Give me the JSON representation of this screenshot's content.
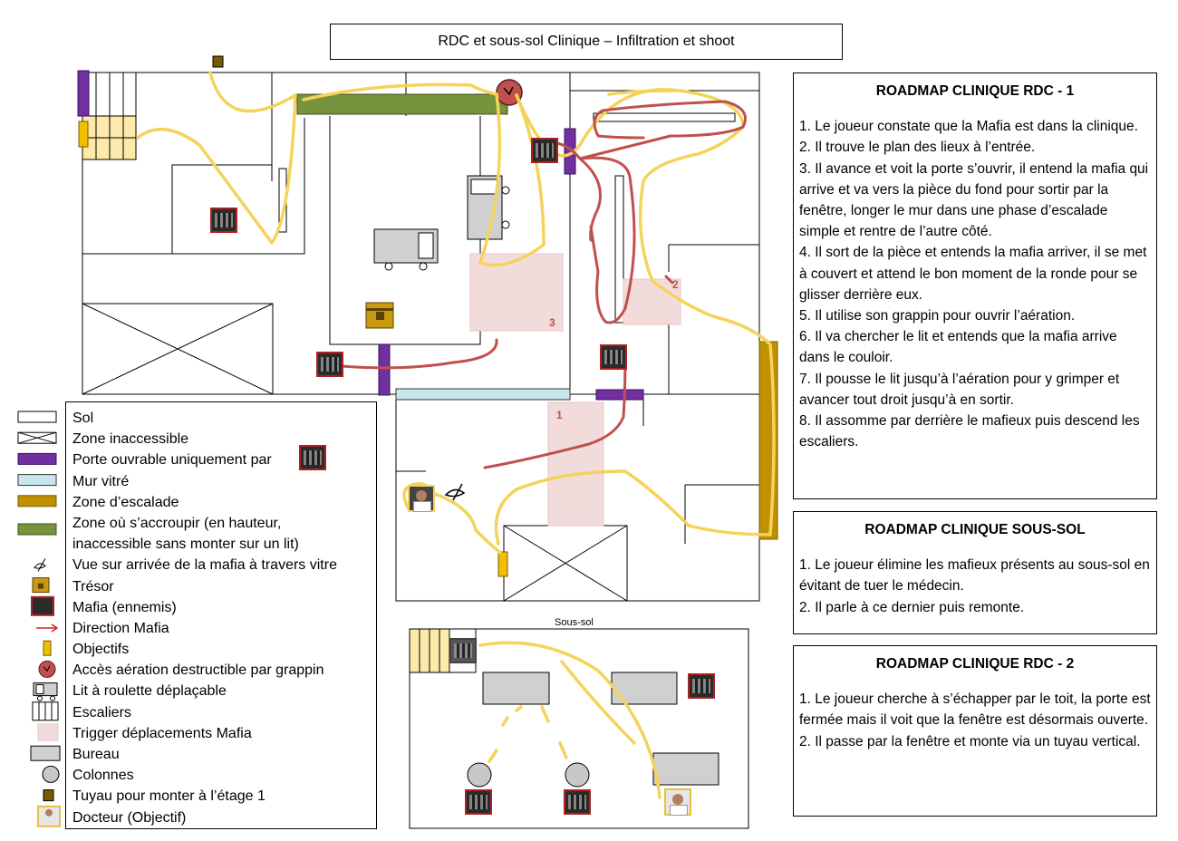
{
  "title": "RDC et sous-sol Clinique – Infiltration et shoot",
  "basement_label": "Sous-sol",
  "legend": [
    {
      "label": "Sol",
      "icon": "floor-icon"
    },
    {
      "label": "Zone inaccessible",
      "icon": "inaccessible-zone-icon"
    },
    {
      "label": "Porte ouvrable uniquement par",
      "icon": "purple-door-icon"
    },
    {
      "label": "Mur vitré",
      "icon": "glass-wall-icon"
    },
    {
      "label": "Zone d’escalade",
      "icon": "climbing-zone-icon"
    },
    {
      "label": "Zone où s’accroupir (en hauteur,",
      "icon": "crouch-zone-icon"
    },
    {
      "label": "inaccessible sans monter sur un lit)",
      "icon": ""
    },
    {
      "label": "Vue sur arrivée de la mafia à travers vitre",
      "icon": "eye-icon"
    },
    {
      "label": "Trésor",
      "icon": "treasure-icon"
    },
    {
      "label": "Mafia (ennemis)",
      "icon": "mafia-icon"
    },
    {
      "label": "Direction Mafia",
      "icon": "red-arrow-icon"
    },
    {
      "label": "Objectifs",
      "icon": "objective-icon"
    },
    {
      "label": "Accès aération destructible par grappin",
      "icon": "vent-icon"
    },
    {
      "label": "Lit à roulette déplaçable",
      "icon": "bed-icon"
    },
    {
      "label": "Escaliers",
      "icon": "stairs-icon"
    },
    {
      "label": "Trigger déplacements Mafia",
      "icon": "trigger-icon"
    },
    {
      "label": "Bureau",
      "icon": "desk-icon"
    },
    {
      "label": "Colonnes",
      "icon": "column-icon"
    },
    {
      "label": "Tuyau pour monter à l’étage 1",
      "icon": "pipe-icon"
    },
    {
      "label": "Docteur (Objectif)",
      "icon": "doctor-icon"
    }
  ],
  "roadmaps": [
    {
      "title": "ROADMAP CLINIQUE RDC - 1",
      "steps": [
        "1. Le joueur constate que la Mafia est dans la clinique.",
        "2. Il trouve le plan des lieux à l’entrée.",
        "3. Il avance et voit la porte s’ouvrir, il entend la mafia qui arrive et va vers la pièce du fond pour sortir par la fenêtre, longer le mur dans une phase d’escalade simple et rentre de l’autre côté.",
        "4. Il sort de la pièce et entends la mafia arriver, il se met à couvert et attend le bon moment de la ronde pour se glisser derrière eux.",
        "5. Il utilise son grappin pour ouvrir l’aération.",
        "6. Il va chercher le lit et entends que la mafia arrive dans le couloir.",
        "7. Il pousse le lit jusqu’à l’aération pour y grimper et avancer tout droit jusqu’à en sortir.",
        "8. Il assomme par derrière le mafieux puis descend les escaliers."
      ]
    },
    {
      "title": "ROADMAP CLINIQUE SOUS-SOL",
      "steps": [
        "1. Le joueur élimine les mafieux présents au sous-sol en évitant de tuer le médecin.",
        "2. Il parle à ce dernier puis remonte."
      ]
    },
    {
      "title": "ROADMAP CLINIQUE RDC - 2",
      "steps": [
        "1. Le joueur cherche à s’échapper par le toit, la porte est fermée mais il voit que la fenêtre est désormais ouverte.",
        "2. Il passe par la fenêtre et monte via un tuyau vertical."
      ]
    }
  ],
  "trigger_numbers": [
    "1",
    "2",
    "3"
  ],
  "colors": {
    "purple_door": "#7030a0",
    "glass_wall": "#c8e6ee",
    "climbing": "#bf9000",
    "crouch": "#77933c",
    "trigger": "#f2dcdb",
    "player_path": "#f5d35a",
    "mafia_path": "#c0504d",
    "objective": "#f0c000",
    "desk": "#d0d0d0"
  }
}
